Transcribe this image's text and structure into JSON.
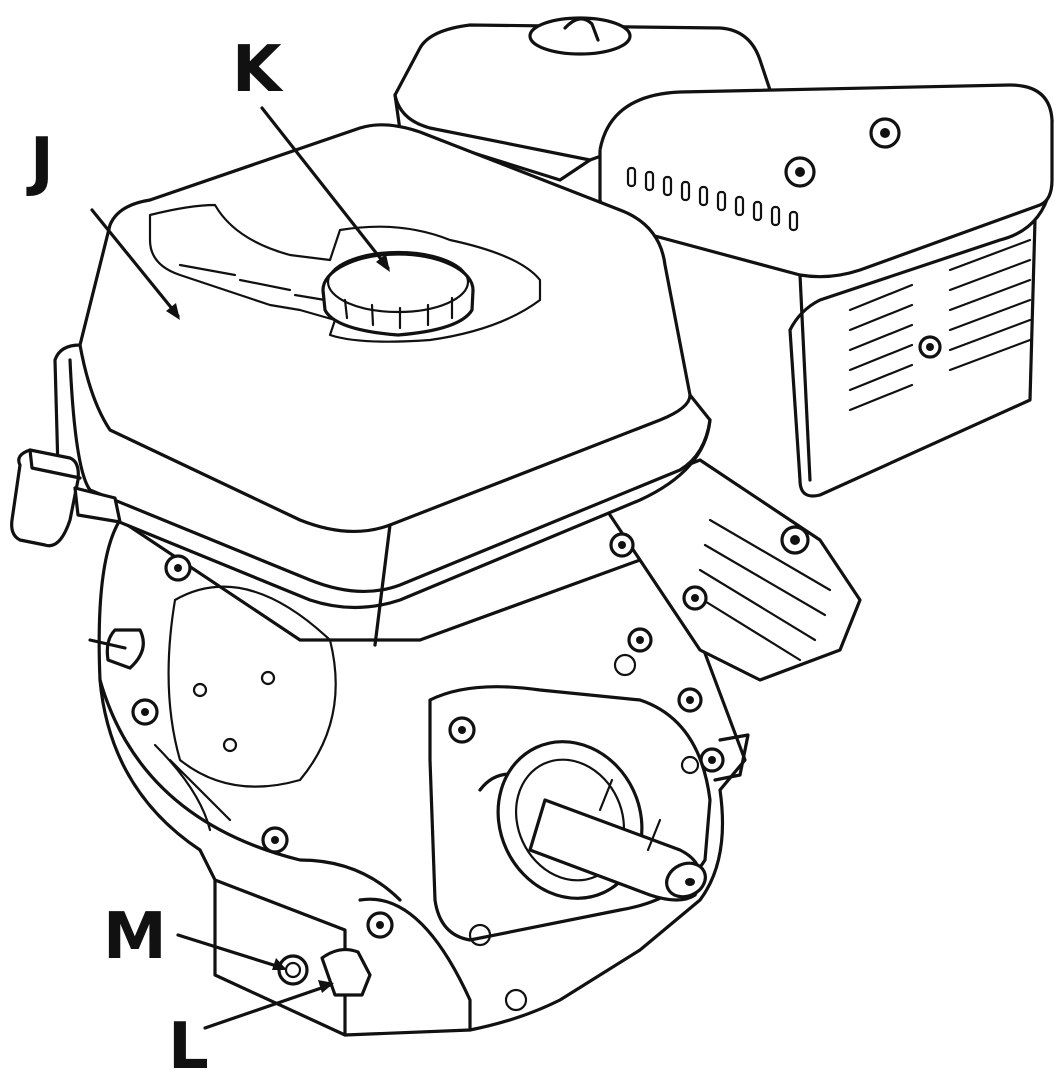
{
  "diagram": {
    "labels": [
      {
        "id": "J",
        "text": "J"
      },
      {
        "id": "K",
        "text": "K"
      },
      {
        "id": "M",
        "text": "M"
      },
      {
        "id": "L",
        "text": "L"
      }
    ],
    "colors": {
      "line": "#111111",
      "background": "#ffffff"
    }
  }
}
